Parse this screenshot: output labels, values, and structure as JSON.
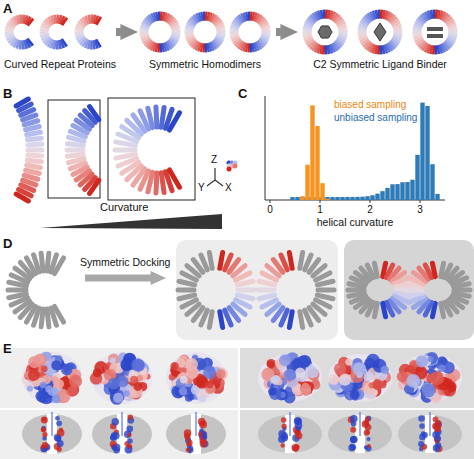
{
  "diagram": {
    "labels": [
      "A",
      "Curved Repeat Proteins",
      "Symmetric Homodimers",
      "C2 Symmetric Ligand Binder",
      "B",
      "Z",
      "Y",
      "X",
      "Curvature",
      "C",
      "biased sampling",
      "unbiased sampling",
      "0",
      "1",
      "2",
      "3",
      "helical curvature",
      "D",
      "Symmetric Docking",
      "E"
    ]
  }
}
